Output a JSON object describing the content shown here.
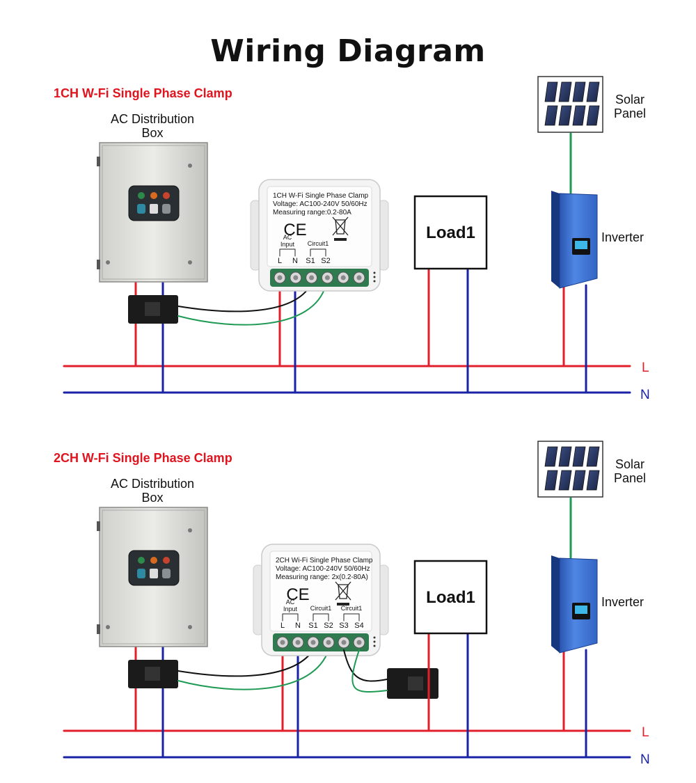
{
  "title": "Wiring Diagram",
  "sections": [
    {
      "heading": "1CH W-Fi Single Phase Clamp",
      "distribution_box": {
        "line1": "AC Distribution",
        "line2": "Box"
      },
      "device": {
        "name_line": "1CH W-Fi Single Phase Clamp",
        "voltage_line": "Voltage: AC100-240V 50/60Hz",
        "range_line": "Measuring range:0.2-80A",
        "ce_mark": "CE",
        "ac_input_label": "AC\nInput",
        "circuit_labels": [
          "Circuit1"
        ],
        "terminals": [
          "L",
          "N",
          "S1",
          "S2"
        ]
      },
      "load": "Load1",
      "solar_panel": {
        "line1": "Solar",
        "line2": "Panel"
      },
      "inverter": "Inverter",
      "bus_labels": {
        "line": "L",
        "neutral": "N"
      }
    },
    {
      "heading": "2CH W-Fi Single Phase Clamp",
      "distribution_box": {
        "line1": "AC Distribution",
        "line2": "Box"
      },
      "device": {
        "name_line": "2CH Wi-Fi Single Phase Clamp",
        "voltage_line": "Voltage: AC100-240V 50/60Hz",
        "range_line": "Measuring range: 2x(0.2-80A)",
        "ce_mark": "CE",
        "ac_input_label": "AC\nInput",
        "circuit_labels": [
          "Circuit1",
          "Circuit1"
        ],
        "terminals": [
          "L",
          "N",
          "S1",
          "S2",
          "S3",
          "S4"
        ]
      },
      "load": "Load1",
      "solar_panel": {
        "line1": "Solar",
        "line2": "Panel"
      },
      "inverter": "Inverter",
      "bus_labels": {
        "line": "L",
        "neutral": "N"
      }
    }
  ],
  "colors": {
    "line_wire": "#e2202c",
    "neutral_wire": "#1a22a6",
    "signal_green": "#1f9a55",
    "signal_black": "#111111",
    "heading_red": "#e0141e",
    "inverter_blue": "#3f72d6",
    "terminal_green": "#2f7a4e"
  }
}
